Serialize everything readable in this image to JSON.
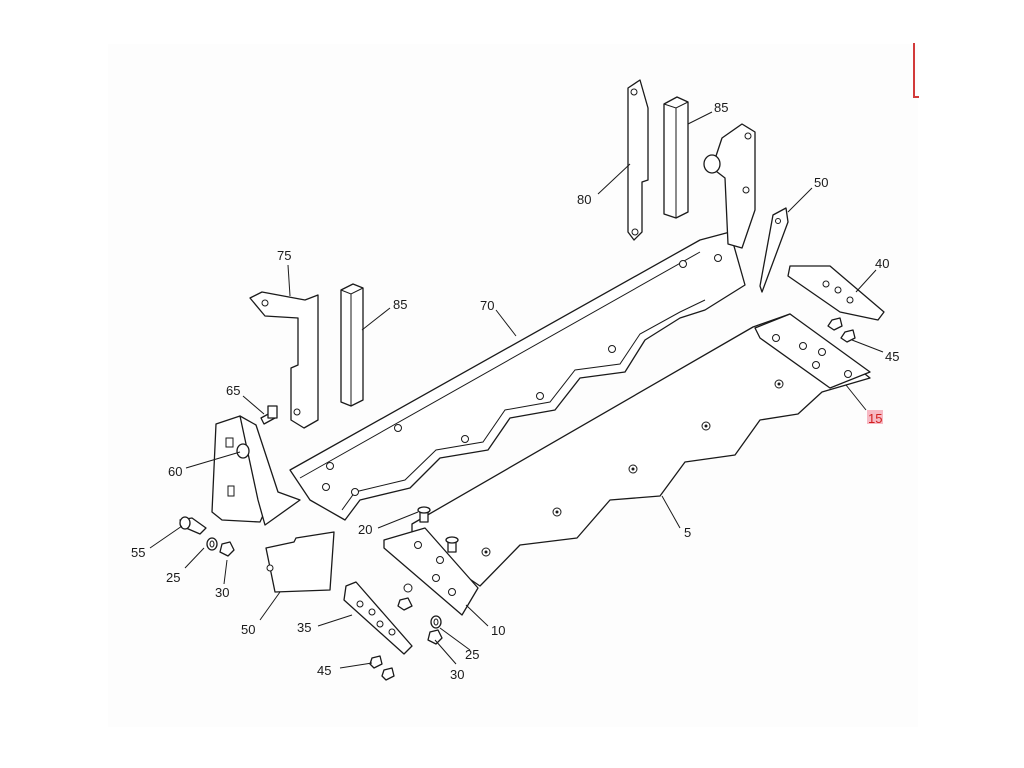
{
  "diagram": {
    "type": "exploded-parts-diagram",
    "highlight_color": "#d21e1e",
    "highlighted_callout": "15",
    "callouts": [
      {
        "id": "c5",
        "label": "5"
      },
      {
        "id": "c10",
        "label": "10"
      },
      {
        "id": "c15",
        "label": "15"
      },
      {
        "id": "c20",
        "label": "20"
      },
      {
        "id": "c25a",
        "label": "25"
      },
      {
        "id": "c25b",
        "label": "25"
      },
      {
        "id": "c30a",
        "label": "30"
      },
      {
        "id": "c30b",
        "label": "30"
      },
      {
        "id": "c35",
        "label": "35"
      },
      {
        "id": "c40",
        "label": "40"
      },
      {
        "id": "c45a",
        "label": "45"
      },
      {
        "id": "c45b",
        "label": "45"
      },
      {
        "id": "c50a",
        "label": "50"
      },
      {
        "id": "c50b",
        "label": "50"
      },
      {
        "id": "c55",
        "label": "55"
      },
      {
        "id": "c60",
        "label": "60"
      },
      {
        "id": "c65",
        "label": "65"
      },
      {
        "id": "c70",
        "label": "70"
      },
      {
        "id": "c75",
        "label": "75"
      },
      {
        "id": "c80",
        "label": "80"
      },
      {
        "id": "c85a",
        "label": "85"
      },
      {
        "id": "c85b",
        "label": "85"
      }
    ]
  }
}
